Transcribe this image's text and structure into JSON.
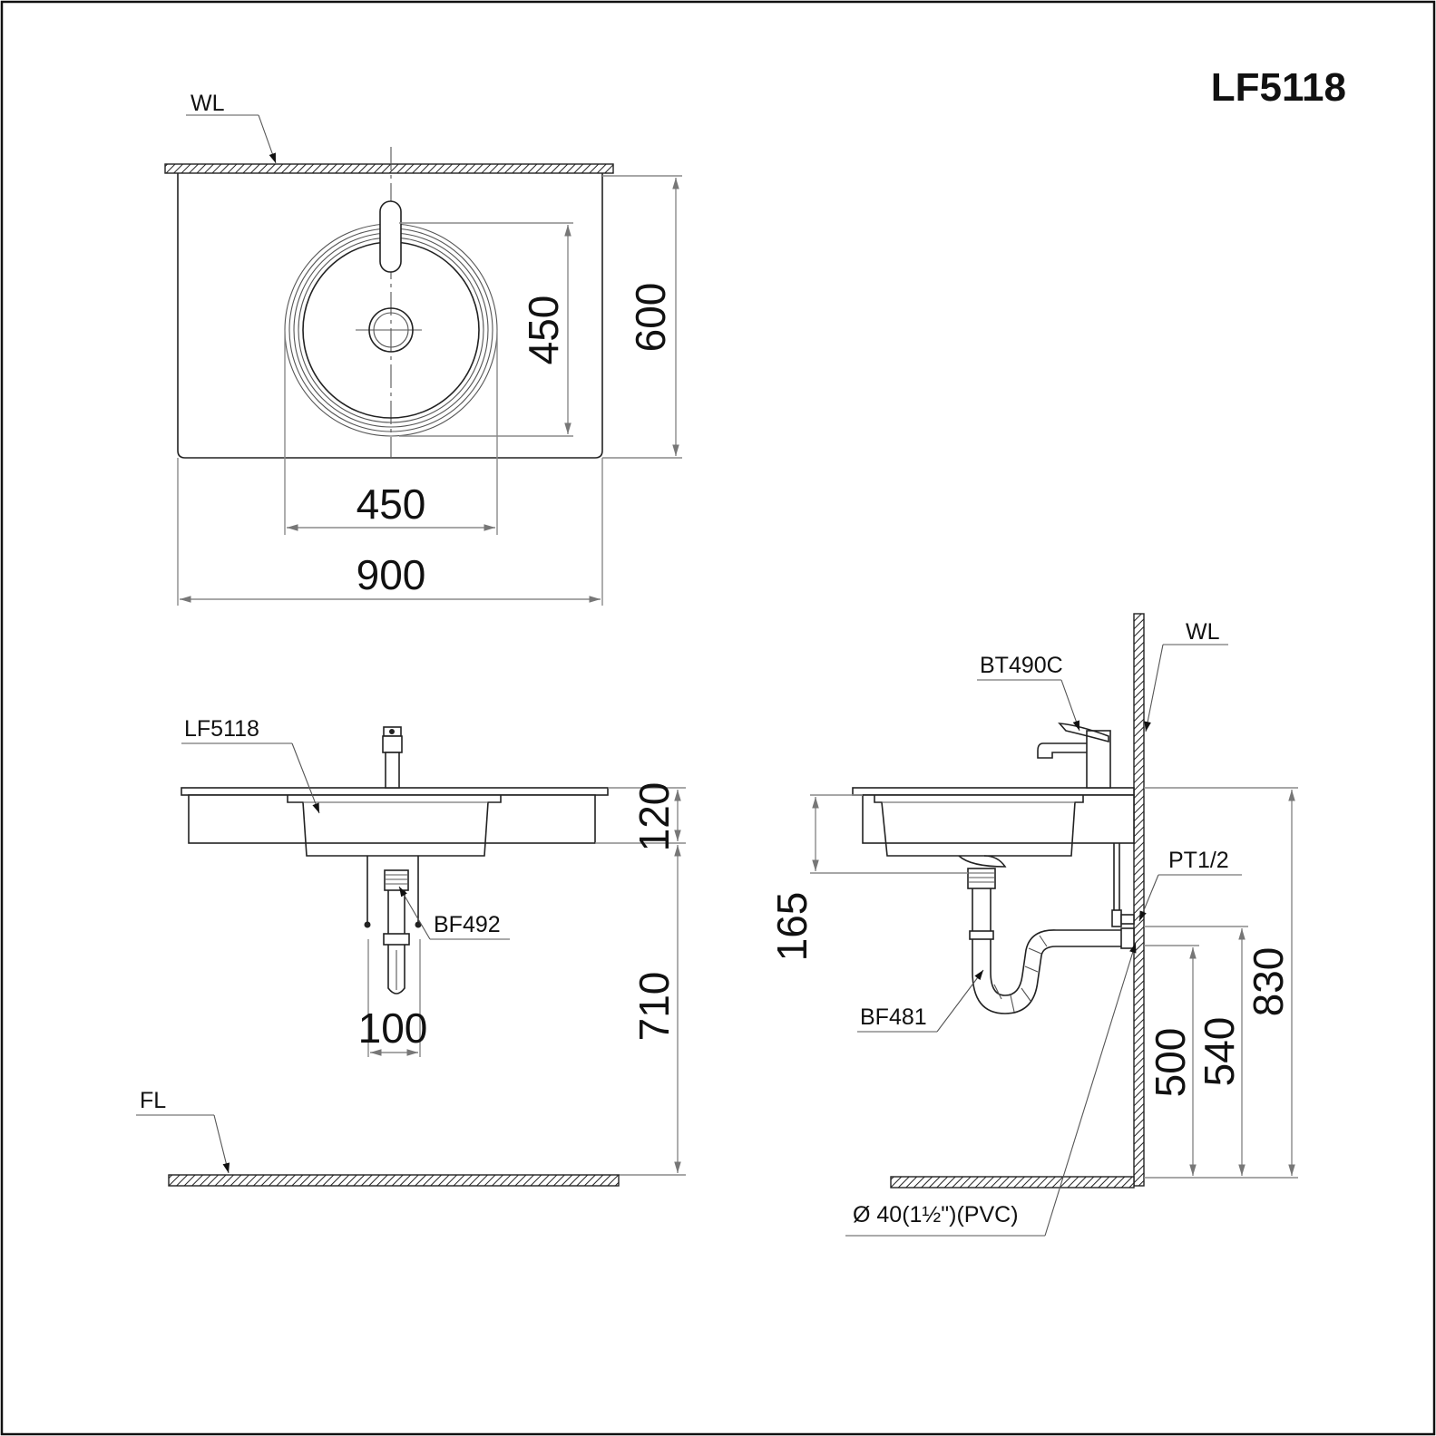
{
  "title": "LF5118",
  "plan_view": {
    "wall_label": "WL",
    "dims": {
      "bowl_depth": "450",
      "overall_depth": "600",
      "bowl_width": "450",
      "overall_width": "900"
    }
  },
  "front_view": {
    "basin_label": "LF5118",
    "waste_label": "BF492",
    "floor_label": "FL",
    "dims": {
      "basin_height": "120",
      "mount_height": "710",
      "trap_width": "100"
    }
  },
  "side_view": {
    "faucet_label": "BT490C",
    "wall_label": "WL",
    "supply_label": "PT1/2",
    "trap_label": "BF481",
    "drain_label": "Ø  40(1½\")(PVC)",
    "dims": {
      "trap_depth": "165",
      "drain_height": "500",
      "supply_height": "540",
      "rim_height": "830"
    }
  },
  "colors": {
    "line": "#222222",
    "dimension": "#8a8a8a",
    "background": "#ffffff"
  }
}
